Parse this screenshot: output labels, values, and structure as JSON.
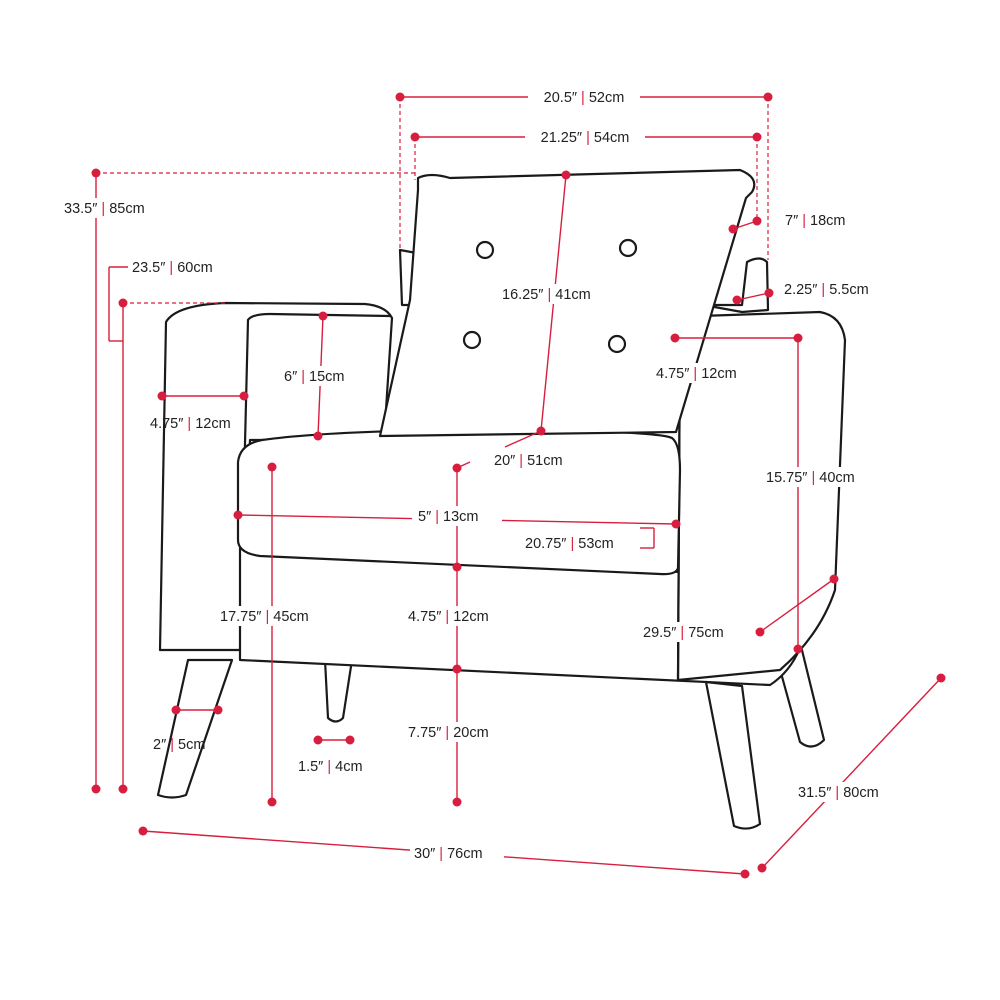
{
  "accent_color": "#d81e3f",
  "outline_color": "#1a1a1a",
  "separator": "|",
  "dimensions": {
    "top_width_outer": {
      "imperial": "20.5″",
      "metric": "52cm"
    },
    "top_width_inner": {
      "imperial": "21.25″",
      "metric": "54cm"
    },
    "overall_height": {
      "imperial": "33.5″",
      "metric": "85cm"
    },
    "pillow_thickness": {
      "imperial": "7″",
      "metric": "18cm"
    },
    "arm_height": {
      "imperial": "23.5″",
      "metric": "60cm"
    },
    "back_gap": {
      "imperial": "2.25″",
      "metric": "5.5cm"
    },
    "cushion_height": {
      "imperial": "16.25″",
      "metric": "41cm"
    },
    "arm_above_seat": {
      "imperial": "6″",
      "metric": "15cm"
    },
    "arm_width_left": {
      "imperial": "4.75″",
      "metric": "12cm"
    },
    "arm_width_right": {
      "imperial": "4.75″",
      "metric": "12cm"
    },
    "seat_depth": {
      "imperial": "20″",
      "metric": "51cm"
    },
    "arm_inner_height": {
      "imperial": "15.75″",
      "metric": "40cm"
    },
    "seat_cushion_thickness": {
      "imperial": "5″",
      "metric": "13cm"
    },
    "seat_width": {
      "imperial": "20.75″",
      "metric": "53cm"
    },
    "seat_height": {
      "imperial": "17.75″",
      "metric": "45cm"
    },
    "base_frame_height": {
      "imperial": "4.75″",
      "metric": "12cm"
    },
    "arm_depth": {
      "imperial": "29.5″",
      "metric": "75cm"
    },
    "leg_width_front": {
      "imperial": "2″",
      "metric": "5cm"
    },
    "leg_width_back": {
      "imperial": "1.5″",
      "metric": "4cm"
    },
    "leg_height": {
      "imperial": "7.75″",
      "metric": "20cm"
    },
    "overall_depth": {
      "imperial": "31.5″",
      "metric": "80cm"
    },
    "overall_width": {
      "imperial": "30″",
      "metric": "76cm"
    }
  }
}
